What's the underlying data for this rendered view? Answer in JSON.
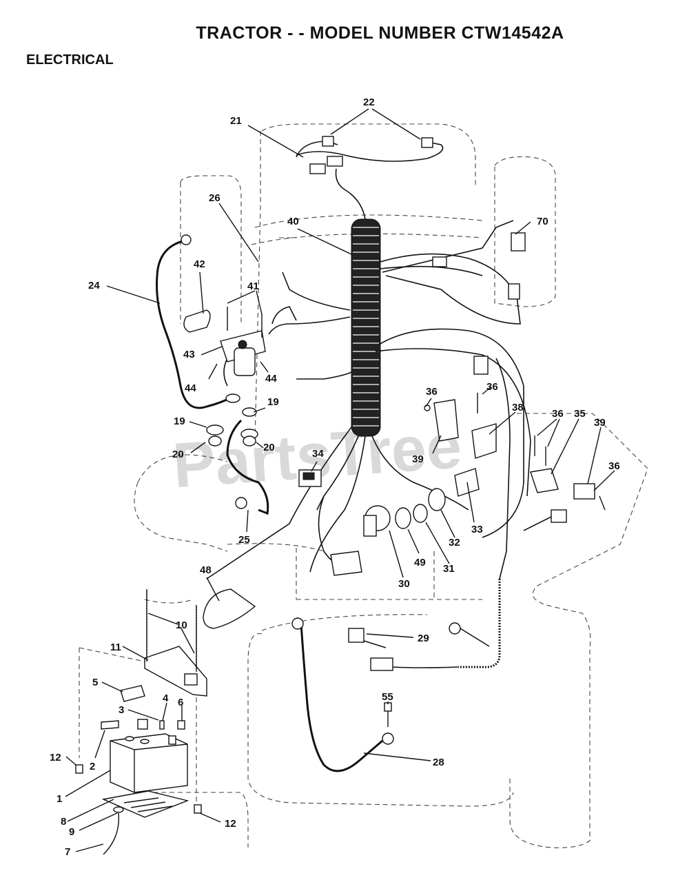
{
  "header": {
    "title": "TRACTOR - - MODEL NUMBER CTW14542A",
    "section": "ELECTRICAL"
  },
  "watermark": "PartsTree",
  "callouts": {
    "c1": "1",
    "c2": "2",
    "c3": "3",
    "c4": "4",
    "c5": "5",
    "c6": "6",
    "c7": "7",
    "c8": "8",
    "c9": "9",
    "c10": "10",
    "c11": "11",
    "c12a": "12",
    "c12b": "12",
    "c19a": "19",
    "c19b": "19",
    "c20a": "20",
    "c20b": "20",
    "c21": "21",
    "c22": "22",
    "c24": "24",
    "c25": "25",
    "c26": "26",
    "c28": "28",
    "c29": "29",
    "c30": "30",
    "c31": "31",
    "c32": "32",
    "c33": "33",
    "c34": "34",
    "c35": "35",
    "c36a": "36",
    "c36b": "36",
    "c36c": "36",
    "c36d": "36",
    "c38": "38",
    "c39a": "39",
    "c39b": "39",
    "c40": "40",
    "c41": "41",
    "c42": "42",
    "c43": "43",
    "c44a": "44",
    "c44b": "44",
    "c48": "48",
    "c49": "49",
    "c55": "55",
    "c70": "70"
  },
  "colors": {
    "ink": "#111111",
    "watermark": "#d9d9d9"
  }
}
